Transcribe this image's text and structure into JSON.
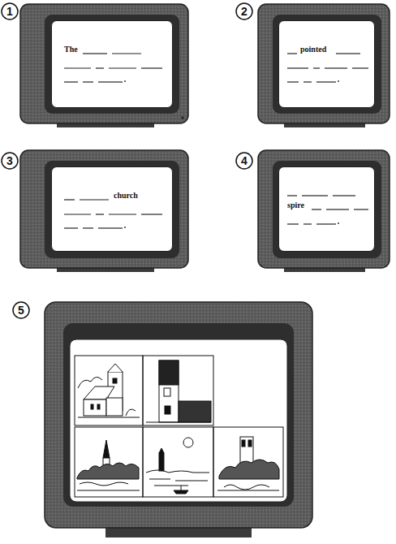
{
  "diagram": {
    "nodes": [
      {
        "text": [
          "The"
        ]
      },
      {
        "text": [
          "pointed"
        ]
      },
      {
        "text": [
          "church"
        ]
      },
      {
        "text": [
          "spire"
        ]
      }
    ],
    "labels": [
      "1",
      "2",
      "3",
      "4",
      "5"
    ]
  }
}
